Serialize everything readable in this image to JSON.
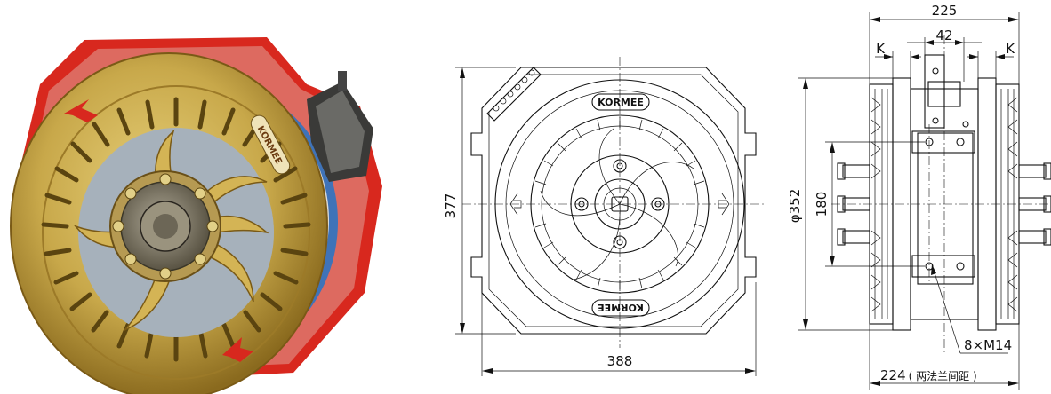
{
  "product_photo": {
    "brand_text": "KORMEE"
  },
  "front_view": {
    "brand_top": "KORMEE",
    "brand_bottom": "KORMEE",
    "dim_height": "377",
    "dim_width": "388"
  },
  "side_view": {
    "dim_overall": "225",
    "dim_center": "42",
    "dim_k_left": "K",
    "dim_k_right": "K",
    "dim_diameter": "φ352",
    "dim_bolt_spacing": "180",
    "bolt_label": "8×M14",
    "dim_flange": "224",
    "dim_flange_note": "( 两法兰间距 )"
  },
  "colors": {
    "gold": "#c8a84a",
    "gold_dark": "#8a6a1e",
    "red": "#d8281e",
    "blue": "#3f73b8"
  }
}
